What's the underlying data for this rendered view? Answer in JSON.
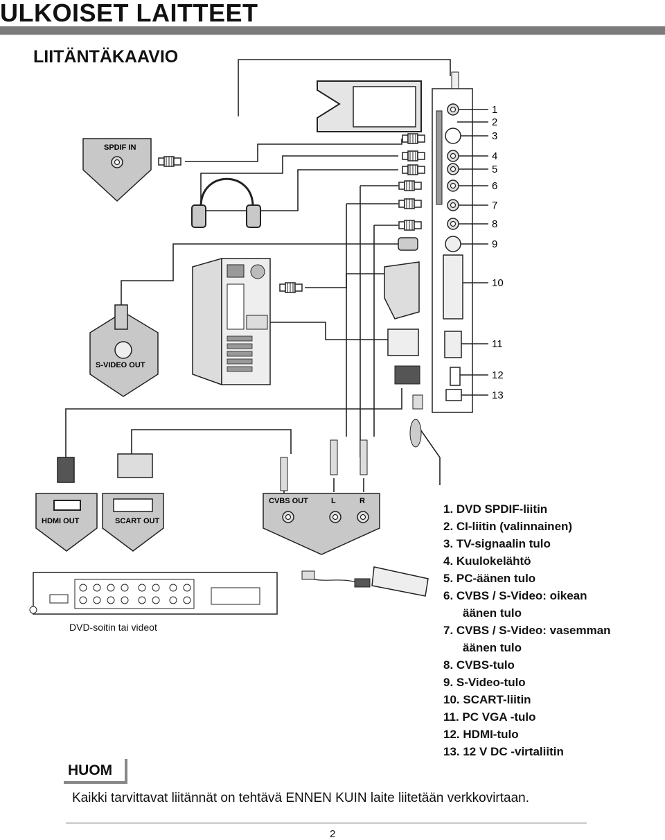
{
  "header": {
    "title": "ULKOISET LAITTEET",
    "section_title": "LIITÄNTÄKAAVIO"
  },
  "panel_numbers": [
    "1",
    "2",
    "3",
    "4",
    "5",
    "6",
    "7",
    "8",
    "9",
    "10",
    "11",
    "12",
    "13"
  ],
  "devices": {
    "spdif_label": "SPDIF IN",
    "svideo_label": "S-VIDEO OUT",
    "hdmi_label": "HDMI OUT",
    "scart_label": "SCART OUT",
    "cvbs_label": "CVBS OUT",
    "left_label": "L",
    "right_label": "R",
    "dvd_caption": "DVD-soitin tai videot"
  },
  "legend": [
    {
      "text": "1. DVD SPDIF-liitin"
    },
    {
      "text": "2. CI-liitin (valinnainen)"
    },
    {
      "text": "3. TV-signaalin tulo"
    },
    {
      "text": "4. Kuulokelähtö"
    },
    {
      "text": "5. PC-äänen tulo"
    },
    {
      "text": "6. CVBS / S-Video: oikean"
    },
    {
      "text": "äänen tulo",
      "cont": true
    },
    {
      "text": "7. CVBS / S-Video: vasemman"
    },
    {
      "text": "äänen tulo",
      "cont": true
    },
    {
      "text": "8. CVBS-tulo"
    },
    {
      "text": "9. S-Video-tulo"
    },
    {
      "text": "10. SCART-liitin"
    },
    {
      "text": "11. PC VGA -tulo"
    },
    {
      "text": "12. HDMI-tulo"
    },
    {
      "text": "13. 12 V DC -virtaliitin"
    }
  ],
  "note": {
    "label": "HUOM",
    "text": "Kaikki tarvittavat liitännät on tehtävä ENNEN KUIN laite liitetään verkkovirtaan."
  },
  "footer": {
    "page_number": "2"
  },
  "colors": {
    "rule": "#7b7b7b",
    "panel_gray": "#c8c8c8",
    "line": "#222222"
  }
}
